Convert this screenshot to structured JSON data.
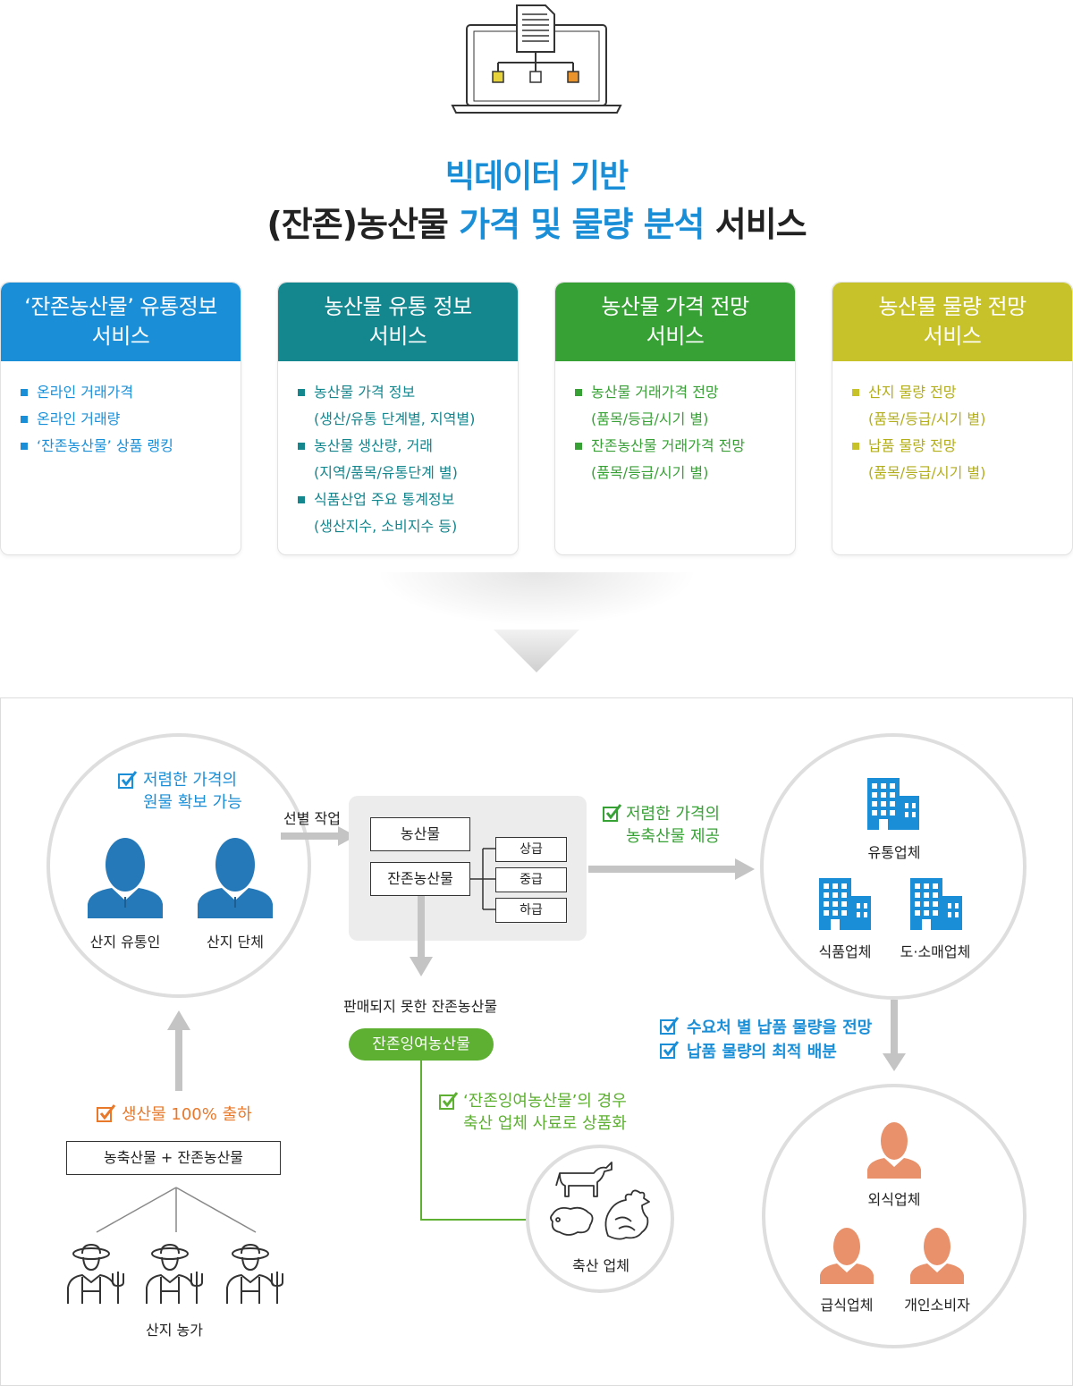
{
  "colors": {
    "blue": "#1a8fd8",
    "teal": "#13868e",
    "green": "#38a136",
    "olive": "#c7c22a",
    "orange": "#e8782a",
    "person_blue": "#2579b8",
    "person_orange": "#e8916b",
    "gray": "#c4c4c4"
  },
  "title": {
    "line1": "빅데이터 기반",
    "line2_a": "(잔존)농산물 ",
    "line2_b": "가격 및 물량 분석",
    "line2_c": " 서비스"
  },
  "services": [
    {
      "head1": "‘잔존농산물’ 유통정보",
      "head2": "서비스",
      "items": [
        {
          "text": "온라인 거래가격"
        },
        {
          "text": "온라인 거래량"
        },
        {
          "text": "‘잔존농산물’ 상품 랭킹"
        }
      ]
    },
    {
      "head1": "농산물 유통 정보",
      "head2": "서비스",
      "items": [
        {
          "text": "농산물 가격 정보",
          "sub": "(생산/유통 단계별, 지역별)"
        },
        {
          "text": "농산물 생산량, 거래",
          "sub": "(지역/품목/유통단계 별)"
        },
        {
          "text": "식품산업 주요 통계정보",
          "sub": "(생산지수, 소비지수 등)"
        }
      ]
    },
    {
      "head1": "농산물 가격 전망",
      "head2": "서비스",
      "items": [
        {
          "text": "농산물 거래가격 전망",
          "sub": "(품목/등급/시기 별)"
        },
        {
          "text": "잔존농산물 거래가격 전망",
          "sub": "(품목/등급/시기 별)"
        }
      ]
    },
    {
      "head1": "농산물 물량 전망",
      "head2": "서비스",
      "items": [
        {
          "text": "산지 물량 전망",
          "sub": "(품목/등급/시기 별)"
        },
        {
          "text": "납품 물량 전망",
          "sub": "(품목/등급/시기 별)"
        }
      ]
    }
  ],
  "flow": {
    "source_check_1": "저렴한 가격의",
    "source_check_2": "원물 확보 가능",
    "person_1": "산지 유통인",
    "person_2": "산지 단체",
    "sort_label": "선별 작업",
    "box_produce": "농산물",
    "box_residual": "잔존농산물",
    "grade_high": "상급",
    "grade_mid": "중급",
    "grade_low": "하급",
    "cheap_check_1": "저렴한 가격의",
    "cheap_check_2": "농축산물 제공",
    "dist": "유통업체",
    "food": "식품업체",
    "retail": "도·소매업체",
    "unsold": "판매되지 못한 잔존농산물",
    "surplus_pill": "잔존잉여농산물",
    "surplus_check_1": "‘잔존잉여농산물’의 경우",
    "surplus_check_2": "축산 업체 사료로 상품화",
    "livestock": "축산 업체",
    "demand_check_1": "수요처 별 납품 물량을 전망",
    "demand_check_2": "납품 물량의 최적 배분",
    "eatout": "외식업체",
    "catering": "급식업체",
    "consumer": "개인소비자",
    "ship_check": "생산물 100% 출하",
    "combo_box": "농축산물 + 잔존농산물",
    "farm": "산지 농가"
  }
}
